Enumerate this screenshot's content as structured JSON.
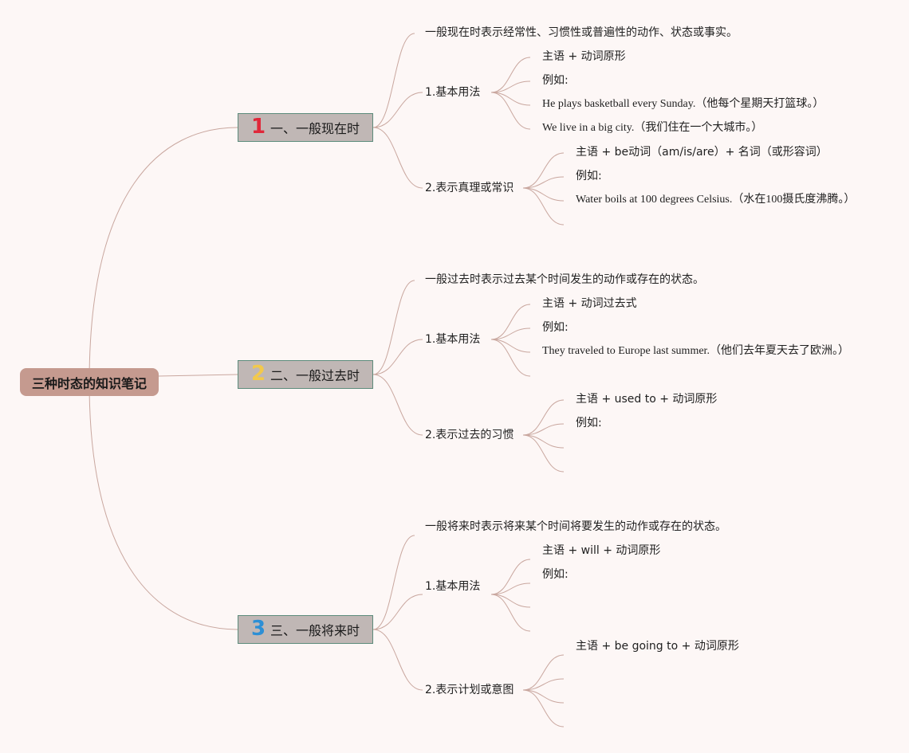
{
  "colors": {
    "background": "#fdf7f6",
    "root_fill": "#c59a8f",
    "section_fill": "#c0b7b5",
    "section_border": "#5d8b7b",
    "link": "#c9a79f",
    "badge_1": "#e0283a",
    "badge_2": "#f2c94c",
    "badge_3": "#2d8fd5"
  },
  "root": {
    "label": "三种时态的知识笔记"
  },
  "sections": [
    {
      "badge": "1",
      "title": "一、一般现在时",
      "definition": "一般现在时表示经常性、习惯性或普遍性的动作、状态或事实。",
      "usages": [
        {
          "label": "1.基本用法",
          "items": [
            "主语 + 动词原形",
            "例如:",
            "He plays basketball every Sunday.（他每个星期天打篮球。）",
            "We live in a big city.（我们住在一个大城市。）"
          ]
        },
        {
          "label": "2.表示真理或常识",
          "items": [
            "主语 + be动词（am/is/are）+ 名词（或形容词）",
            "例如:",
            "Water boils at 100 degrees Celsius.（水在100摄氏度沸腾。）",
            ""
          ]
        }
      ]
    },
    {
      "badge": "2",
      "title": "二、一般过去时",
      "definition": "一般过去时表示过去某个时间发生的动作或存在的状态。",
      "usages": [
        {
          "label": "1.基本用法",
          "items": [
            "主语 + 动词过去式",
            "例如:",
            "They traveled to Europe last summer.（他们去年夏天去了欧洲。）",
            ""
          ]
        },
        {
          "label": "2.表示过去的习惯",
          "items": [
            "主语 + used to + 动词原形",
            "例如:",
            "",
            ""
          ]
        }
      ]
    },
    {
      "badge": "3",
      "title": "三、一般将来时",
      "definition": "一般将来时表示将来某个时间将要发生的动作或存在的状态。",
      "usages": [
        {
          "label": "1.基本用法",
          "items": [
            "主语 + will + 动词原形",
            "例如:",
            "",
            ""
          ]
        },
        {
          "label": "2.表示计划或意图",
          "items": [
            "主语 + be going to + 动词原形",
            "",
            "",
            ""
          ]
        }
      ]
    }
  ]
}
